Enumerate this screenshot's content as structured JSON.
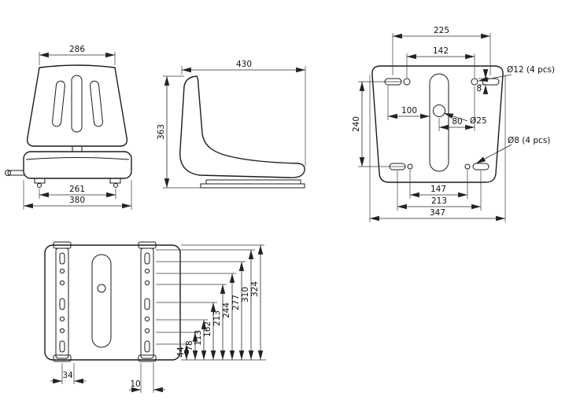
{
  "page": {
    "background": "#ffffff",
    "line_color": "#1b1b1b"
  },
  "views": {
    "front": {
      "name": "seat front view",
      "dims": {
        "top_width": "286",
        "bolt_span": "261",
        "base_width": "380"
      }
    },
    "side": {
      "name": "seat side view",
      "dims": {
        "depth": "430",
        "height": "363"
      }
    },
    "back": {
      "name": "seat back mounting view",
      "dims": {
        "top_slot_span": "225",
        "top_hole_span": "142",
        "slot_left_offset": "100",
        "center_right_offset": "80",
        "hole_vertical_span": "240",
        "small_offset": "8",
        "center_hole": "Ø25",
        "top_holes": "Ø12 (4 pcs)",
        "bottom_holes": "Ø8 (4 pcs)",
        "bottom_hole_span": "147",
        "bottom_slot_span": "213",
        "overall_width": "347"
      }
    },
    "base": {
      "name": "base plate view",
      "dims": {
        "rail_offset": "34",
        "rail_width": "10"
      },
      "heights": [
        "44",
        "78",
        "113",
        "162",
        "213",
        "244",
        "277",
        "310",
        "324"
      ]
    }
  }
}
